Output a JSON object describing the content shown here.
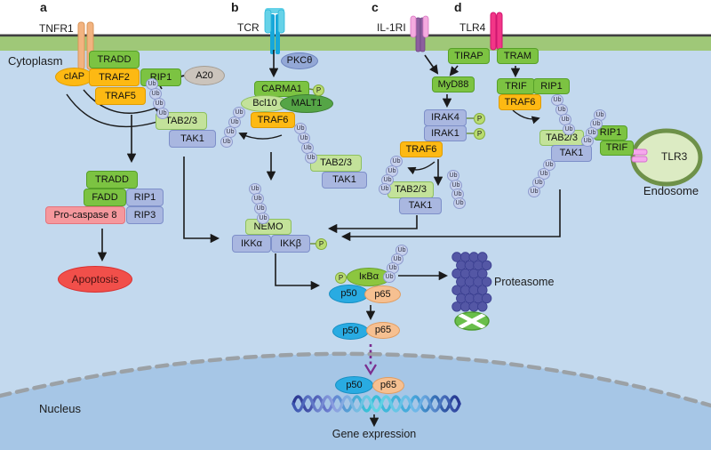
{
  "labels": {
    "panel_a": "a",
    "panel_b": "b",
    "panel_c": "c",
    "panel_d": "d",
    "cytoplasm": "Cytoplasm",
    "nucleus": "Nucleus",
    "endosome": "Endosome",
    "tnfr1": "TNFR1",
    "tcr": "TCR",
    "il1ri": "IL-1RI",
    "tlr4": "TLR4",
    "tlr3": "TLR3",
    "ub": "Ub",
    "p": "P",
    "proteasome": "Proteasome",
    "gene_expression": "Gene expression",
    "apoptosis": "Apoptosis"
  },
  "pathway_a": {
    "tradd": "TRADD",
    "ciap": "cIAP",
    "traf2": "TRAF2",
    "rip1": "RIP1",
    "traf5": "TRAF5",
    "a20": "A20",
    "tab23": "TAB2/3",
    "tak1": "TAK1",
    "tradd2": "TRADD",
    "fadd": "FADD",
    "rip1_2": "RIP1",
    "pro_caspase8": "Pro-caspase 8",
    "rip3": "RIP3"
  },
  "pathway_b": {
    "pkc_theta": "PKCθ",
    "carma1": "CARMA1",
    "bcl10": "Bcl10",
    "malt1": "MALT1",
    "traf6": "TRAF6",
    "tab23": "TAB2/3",
    "tak1": "TAK1"
  },
  "pathway_c": {
    "tirap": "TIRAP",
    "myd88": "MyD88",
    "irak4": "IRAK4",
    "irak1": "IRAK1",
    "traf6": "TRAF6",
    "tab23": "TAB2/3",
    "tak1": "TAK1"
  },
  "pathway_d": {
    "tram": "TRAM",
    "trif": "TRIF",
    "rip1": "RIP1",
    "traf6": "TRAF6",
    "tab23": "TAB2/3",
    "tak1": "TAK1",
    "rip1_endo": "RIP1",
    "trif_endo": "TRIF"
  },
  "core": {
    "nemo": "NEMO",
    "ikk_alpha": "IKKα",
    "ikk_beta": "IKKβ",
    "ikb_alpha": "IκBα",
    "p50": "p50",
    "p65": "p65"
  },
  "colors": {
    "cytoplasm": "#c3d9ee",
    "nucleus_fill": "#a6c6e6",
    "membrane": "#9fc878",
    "green_node": "#7cc342",
    "light_green_node": "#c3e29a",
    "blue_node": "#a9b7e0",
    "yellow_node": "#fdb913",
    "proteasome_dot": "#5457a5",
    "apoptosis": "#f14f4a"
  }
}
